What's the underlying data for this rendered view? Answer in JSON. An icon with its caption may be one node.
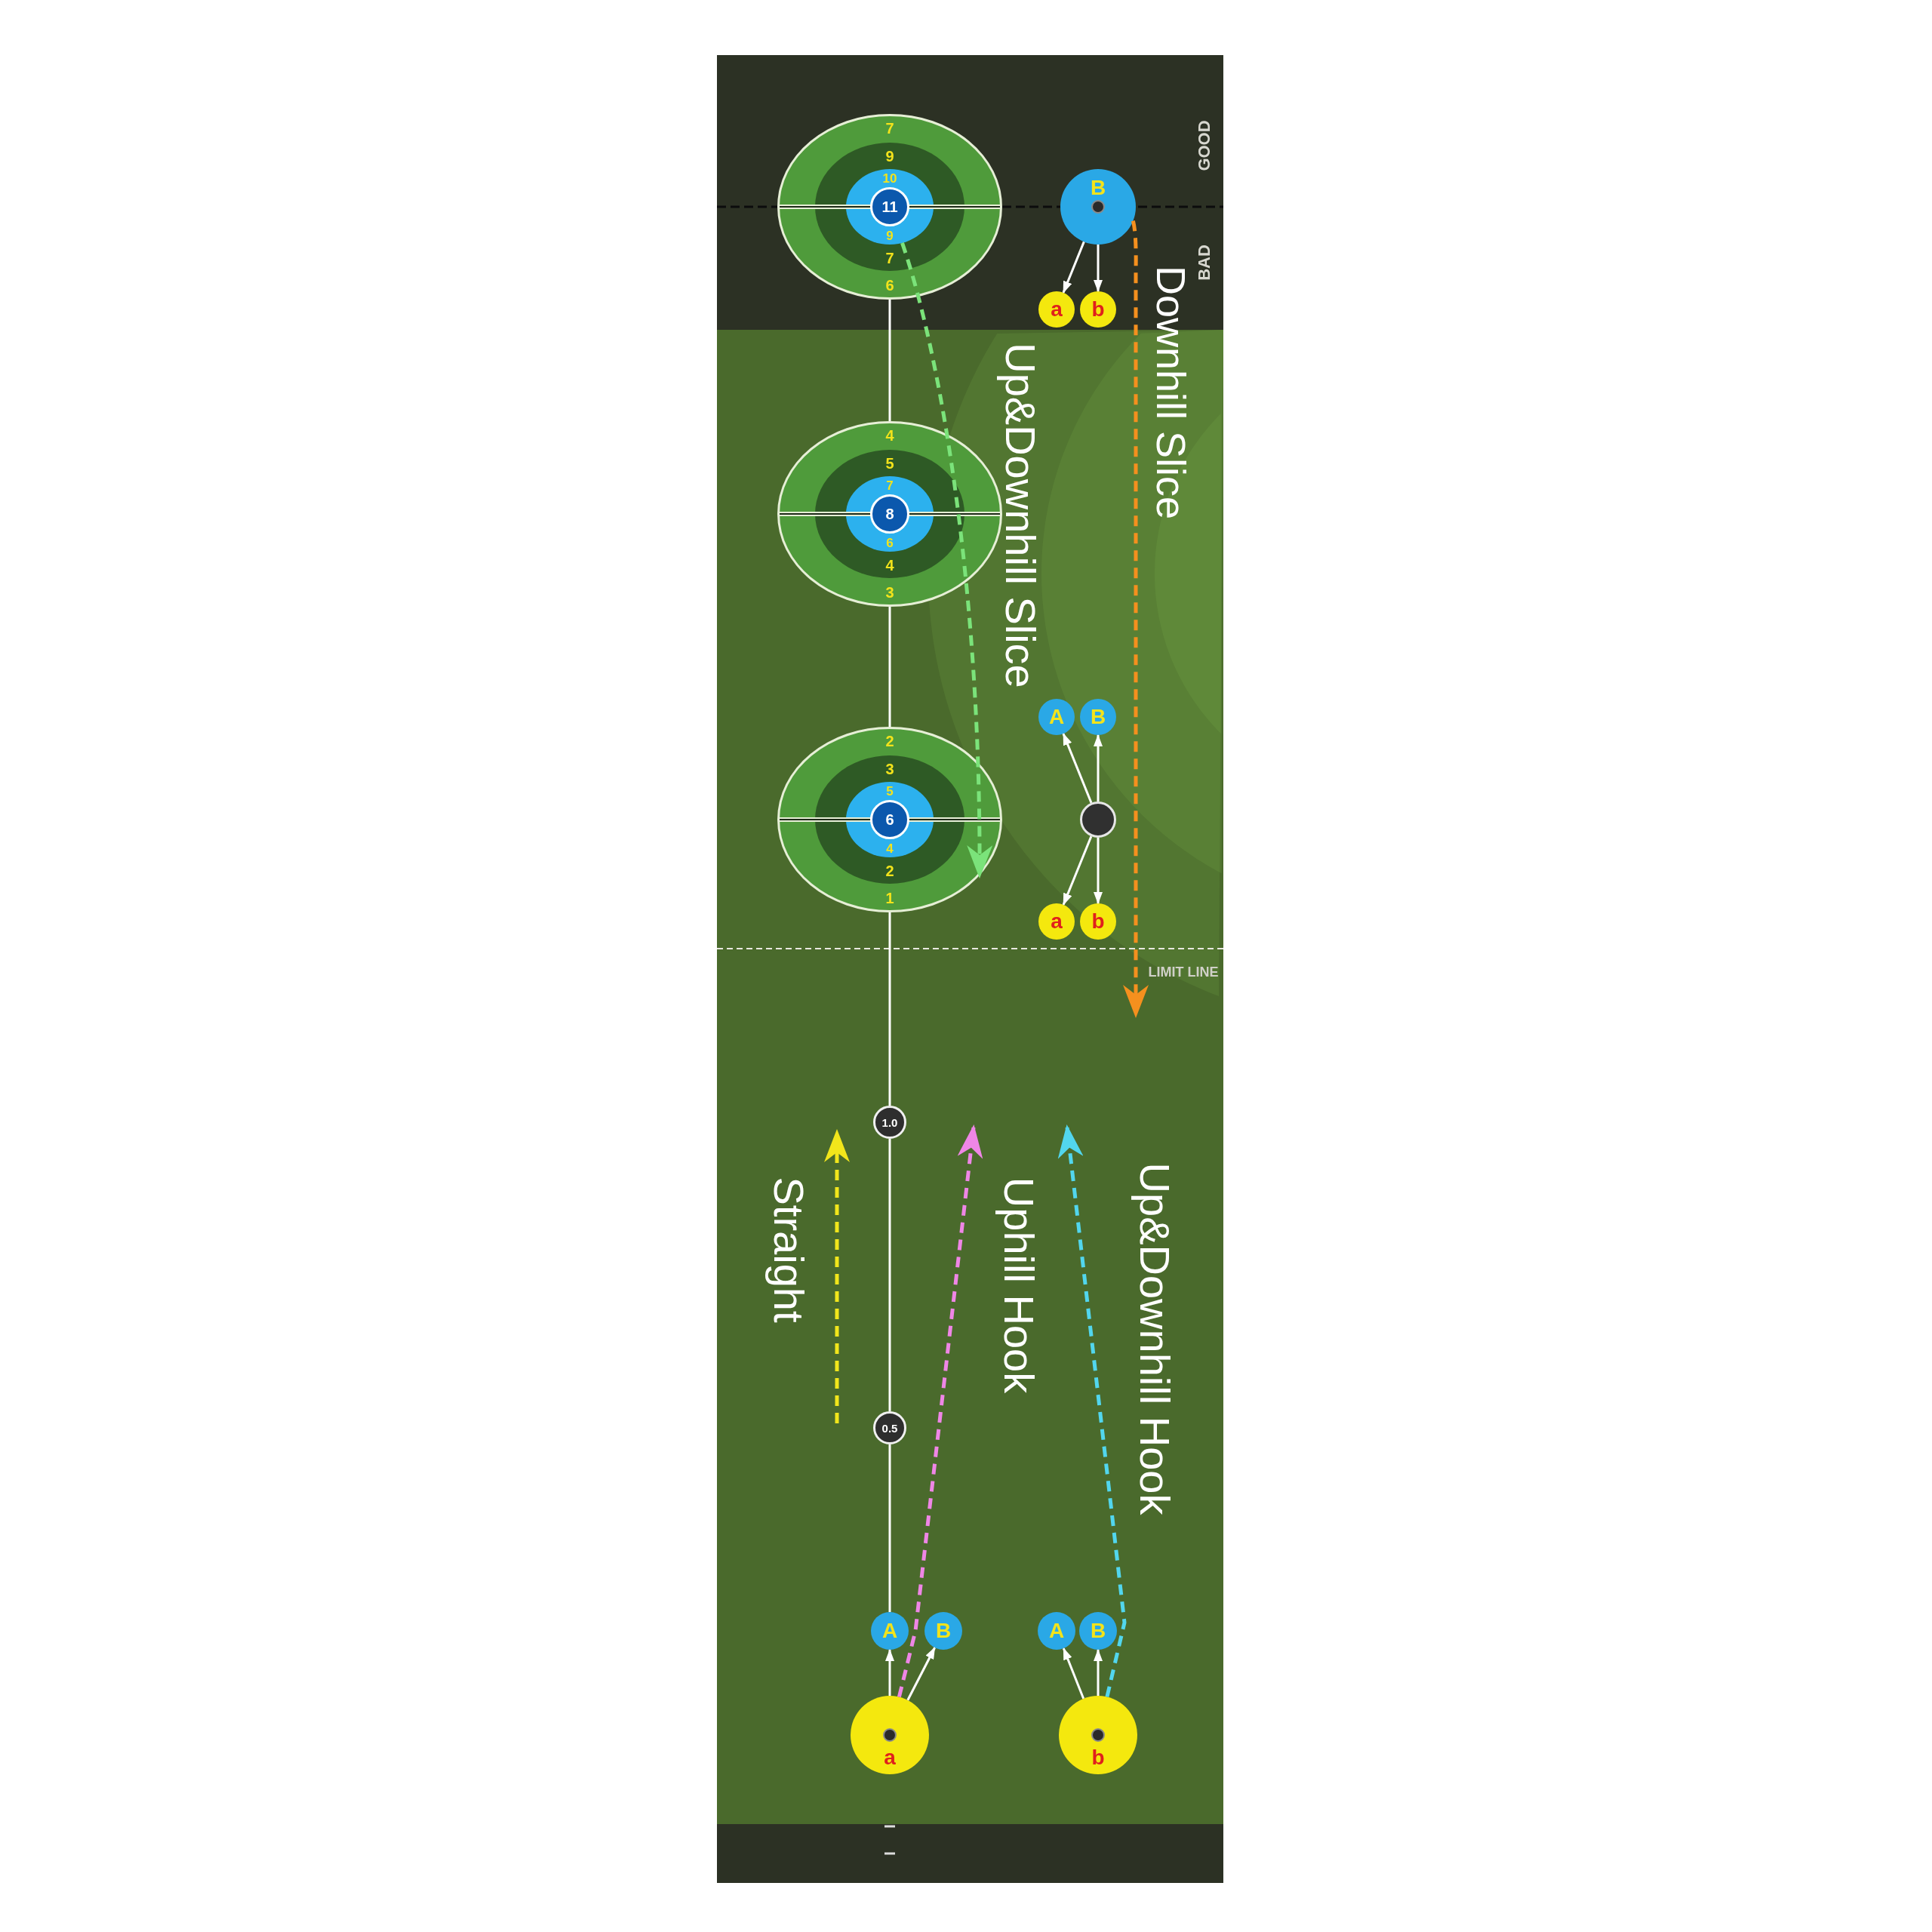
{
  "diagram": {
    "nodes": [
      {
        "text": [
          "7",
          "6"
        ]
      },
      {
        "text": [
          "9",
          "7"
        ],
        "in": 0
      },
      {
        "text": [
          "10",
          "9"
        ],
        "in": 1
      },
      {
        "text": [
          "11"
        ],
        "in": 2
      },
      {
        "text": [
          "B"
        ]
      },
      {
        "text": [
          "a"
        ]
      },
      {
        "text": [
          "b"
        ]
      },
      {
        "text": [
          "4",
          "3"
        ]
      },
      {
        "text": [
          "5",
          "4"
        ],
        "in": 7
      },
      {
        "text": [
          "7",
          "6"
        ],
        "in": 8
      },
      {
        "text": [
          "8"
        ],
        "in": 9
      },
      {
        "text": [
          "A"
        ]
      },
      {
        "text": [
          "B"
        ]
      },
      {
        "text": [
          "2",
          "1"
        ]
      },
      {
        "text": [
          "3",
          "2"
        ],
        "in": 13
      },
      {
        "text": [
          "5",
          "4"
        ],
        "in": 14
      },
      {
        "text": [
          "6"
        ],
        "in": 15
      },
      {
        "text": [],
        "shape": "circle"
      },
      {
        "text": [
          "a"
        ]
      },
      {
        "text": [
          "b"
        ]
      },
      {
        "text": [
          "1.0"
        ]
      },
      {
        "text": [
          "0.5"
        ]
      },
      {
        "text": [
          "A"
        ]
      },
      {
        "text": [
          "B"
        ]
      },
      {
        "text": [
          "A"
        ]
      },
      {
        "text": [
          "B"
        ]
      },
      {
        "text": [
          "a"
        ]
      },
      {
        "text": [
          "b"
        ]
      }
    ],
    "edges": [
      {
        "from": 0,
        "to": 7,
        "arrow": "none"
      },
      {
        "from": 7,
        "to": 13,
        "arrow": "none"
      },
      {
        "from": 13,
        "to": 20,
        "arrow": "none"
      },
      {
        "from": 20,
        "to": 21,
        "arrow": "none"
      },
      {
        "from": 21,
        "to": 22,
        "arrow": "none"
      },
      {
        "from": 2,
        "to": 13,
        "arrow": "to",
        "label": "Up&Downhill Slice",
        "style": "dashed",
        "color": "#7be37a"
      },
      {
        "from": 4,
        "to": null,
        "arrow": "to",
        "label": "Downhill Slice",
        "style": "dashed",
        "color": "#f5901e"
      },
      {
        "from": 4,
        "to": 5,
        "arrow": "to"
      },
      {
        "from": 4,
        "to": 6,
        "arrow": "to"
      },
      {
        "from": 17,
        "to": 11,
        "arrow": "to"
      },
      {
        "from": 17,
        "to": 12,
        "arrow": "to"
      },
      {
        "from": 17,
        "to": 18,
        "arrow": "to"
      },
      {
        "from": 17,
        "to": 19,
        "arrow": "to"
      },
      {
        "from": 26,
        "to": null,
        "arrow": "to",
        "label": "Uphill Hook",
        "style": "dashed",
        "color": "#ef86e6"
      },
      {
        "from": 27,
        "to": null,
        "arrow": "to",
        "label": "Up&Downhill Hook",
        "style": "dashed",
        "color": "#52d6ee"
      },
      {
        "from": 26,
        "to": 22,
        "arrow": "to"
      },
      {
        "from": 26,
        "to": 23,
        "arrow": "to"
      },
      {
        "from": 27,
        "to": 24,
        "arrow": "to"
      },
      {
        "from": 27,
        "to": 25,
        "arrow": "to"
      }
    ],
    "labels": [
      "GOOD",
      "BAD",
      "LIMIT LINE",
      "Straight"
    ]
  }
}
